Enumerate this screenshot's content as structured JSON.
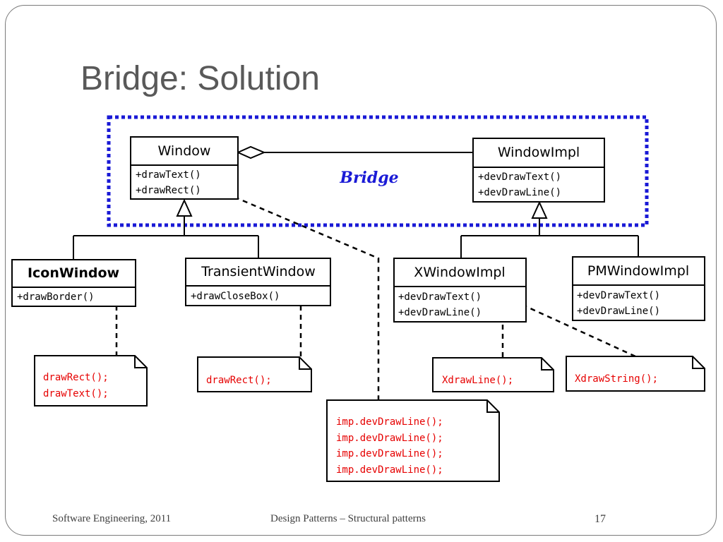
{
  "slide": {
    "title": "Bridge: Solution",
    "footer_left": "Software Engineering, 2011",
    "footer_center": "Design Patterns – Structural patterns",
    "page_number": "17"
  },
  "diagram": {
    "bridge_label": "Bridge",
    "classes": {
      "window": {
        "name": "Window",
        "ops": [
          "+drawText()",
          "+drawRect()"
        ]
      },
      "window_impl": {
        "name": "WindowImpl",
        "ops": [
          "+devDrawText()",
          "+devDrawLine()"
        ]
      },
      "icon_window": {
        "name": "IconWindow",
        "ops": [
          "+drawBorder()"
        ]
      },
      "transient_window": {
        "name": "TransientWindow",
        "ops": [
          "+drawCloseBox()"
        ]
      },
      "xwindow_impl": {
        "name": "XWindowImpl",
        "ops": [
          "+devDrawText()",
          "+devDrawLine()"
        ]
      },
      "pmwindow_impl": {
        "name": "PMWindowImpl",
        "ops": [
          "+devDrawText()",
          "+devDrawLine()"
        ]
      }
    },
    "notes": {
      "icon_window_note": [
        "drawRect();",
        "drawText();"
      ],
      "transient_window_note": [
        "drawRect();"
      ],
      "window_note": [
        "imp.devDrawLine();",
        "imp.devDrawLine();",
        "imp.devDrawLine();",
        "imp.devDrawLine();"
      ],
      "xwindow_drawline_note": [
        "XdrawLine();"
      ],
      "xwindow_drawtext_note": [
        "XdrawString();"
      ]
    }
  }
}
